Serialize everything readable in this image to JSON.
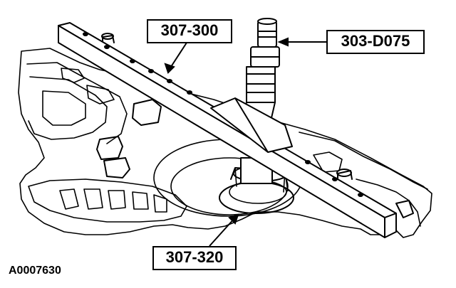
{
  "callouts": {
    "beam_tool": "307-300",
    "puller_tool": "303-D075",
    "remover_tool": "307-320"
  },
  "figure_id": "A0007630",
  "colors": {
    "line": "#000000",
    "background": "#ffffff"
  }
}
